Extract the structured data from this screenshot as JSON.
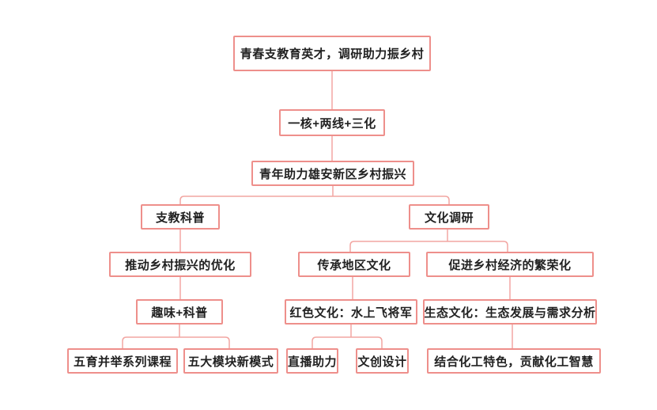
{
  "palette": {
    "node_border": "#ee8f8b",
    "connector_line": "#f2a6a2",
    "node_text": "#212121",
    "node_fill": "#ffffff",
    "page_background": "#ffffff"
  },
  "flowchart": {
    "type": "top-down tree diagram",
    "nodes": {
      "root": {
        "label": "青春支教育英才，调研助力振乡村"
      },
      "strategy": {
        "label": "一核+两线+三化"
      },
      "theme": {
        "label": "青年助力雄安新区乡村振兴"
      },
      "teaching": {
        "label": "支教科普"
      },
      "research": {
        "label": "文化调研"
      },
      "optimize": {
        "label": "推动乡村振兴的优化"
      },
      "heritage": {
        "label": "传承地区文化"
      },
      "economy": {
        "label": "促进乡村经济的繁荣化"
      },
      "fun_science": {
        "label": "趣味+科普"
      },
      "red_culture": {
        "label": "红色文化：水上飞将军"
      },
      "eco_culture": {
        "label": "生态文化：生态发展与需求分析"
      },
      "five_edu": {
        "label": "五育并举系列课程"
      },
      "five_modules": {
        "label": "五大模块新模式"
      },
      "livestream": {
        "label": "直播助力"
      },
      "cultural_design": {
        "label": "文创设计"
      },
      "chemical": {
        "label": "结合化工特色，贡献化工智慧"
      }
    },
    "edges": [
      [
        "root",
        "strategy"
      ],
      [
        "strategy",
        "theme"
      ],
      [
        "theme",
        "teaching"
      ],
      [
        "theme",
        "research"
      ],
      [
        "teaching",
        "optimize"
      ],
      [
        "optimize",
        "fun_science"
      ],
      [
        "fun_science",
        "five_edu"
      ],
      [
        "fun_science",
        "five_modules"
      ],
      [
        "research",
        "heritage"
      ],
      [
        "research",
        "economy"
      ],
      [
        "heritage",
        "red_culture"
      ],
      [
        "red_culture",
        "livestream"
      ],
      [
        "red_culture",
        "cultural_design"
      ],
      [
        "economy",
        "eco_culture"
      ],
      [
        "eco_culture",
        "chemical"
      ]
    ]
  }
}
